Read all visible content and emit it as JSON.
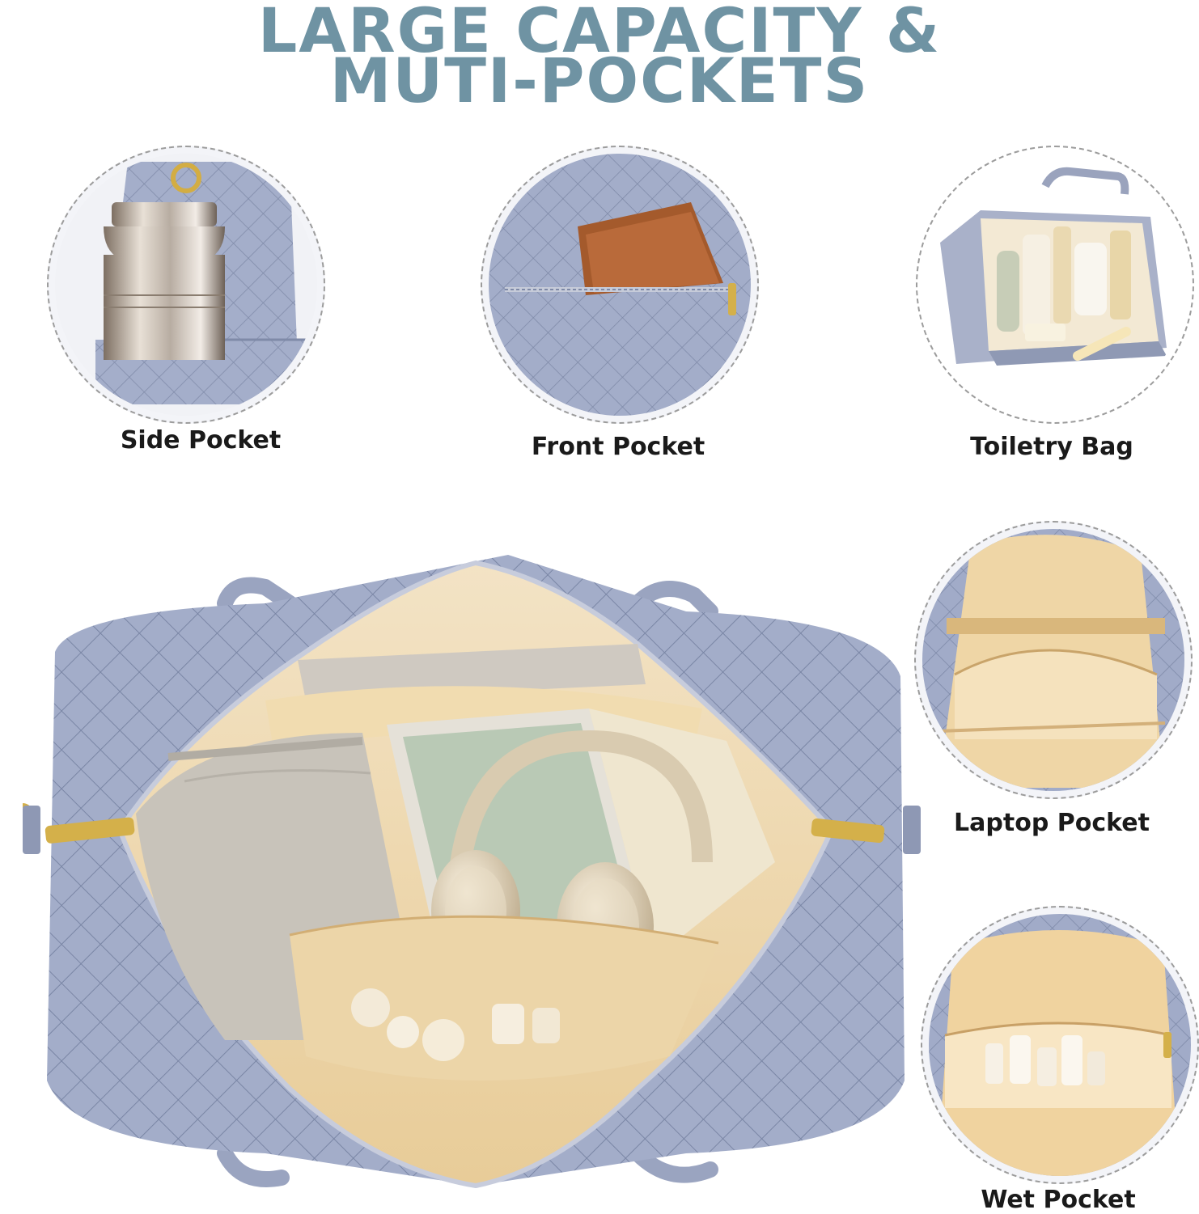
{
  "headline": {
    "line1": "LARGE CAPACITY &",
    "line2": "MUTI-POCKETS"
  },
  "features": [
    {
      "label": "Side Pocket",
      "icon": "side-pocket-photo"
    },
    {
      "label": "Front Pocket",
      "icon": "front-pocket-photo"
    },
    {
      "label": "Toiletry Bag",
      "icon": "toiletry-bag-photo"
    },
    {
      "label": "Laptop Pocket",
      "icon": "laptop-pocket-photo"
    },
    {
      "label": "Wet Pocket",
      "icon": "wet-pocket-photo"
    }
  ],
  "colors": {
    "headline": "#6f93a3",
    "bag_quilt": "#9ea8c4",
    "lining": "#f1dfbd",
    "zipper_gold": "#d4b04a",
    "dashed_border": "#9c9c9c"
  }
}
